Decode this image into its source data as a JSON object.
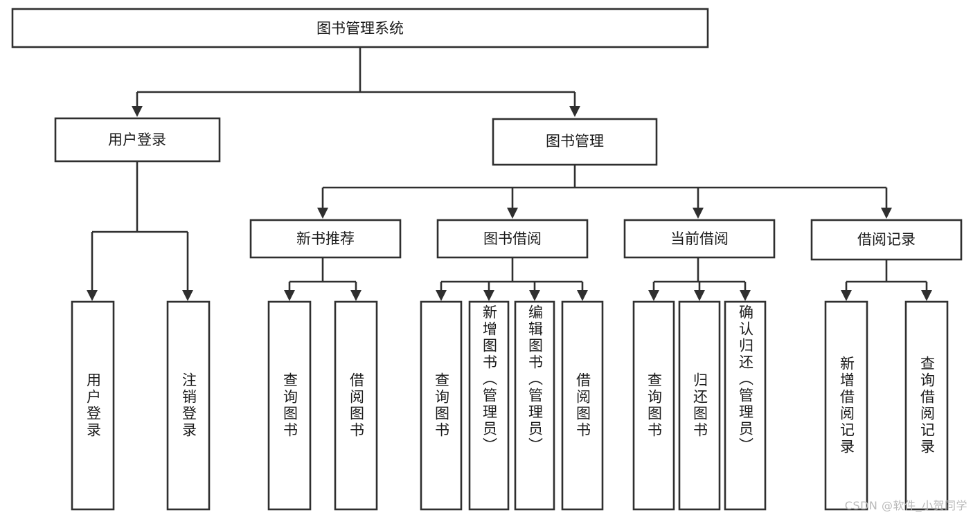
{
  "diagram": {
    "type": "tree-hierarchy",
    "title": "图书管理系统",
    "watermark": "CSDN @软件_小贺同学",
    "colors": {
      "stroke": "#2f2f2f",
      "fill": "#ffffff",
      "text": "#1b1b1b",
      "watermark": "#b9b9b9"
    },
    "levels": {
      "root": "图书管理系统",
      "level2": [
        "用户登录",
        "图书管理"
      ],
      "level3": [
        "新书推荐",
        "图书借阅",
        "当前借阅",
        "借阅记录"
      ],
      "leaves": [
        "用户登录",
        "注销登录",
        "查询图书",
        "借阅图书",
        "查询图书",
        "新增图书（管理员）",
        "编辑图书（管理员）",
        "借阅图书",
        "查询图书",
        "归还图书",
        "确认归还（管理员）",
        "新增借阅记录",
        "查询借阅记录"
      ]
    },
    "nodes": {
      "root": {
        "label": "图书管理系统"
      },
      "user_login": {
        "label": "用户登录"
      },
      "book_manage": {
        "label": "图书管理"
      },
      "new_book_rec": {
        "label": "新书推荐"
      },
      "book_borrow": {
        "label": "图书借阅"
      },
      "current_borrow": {
        "label": "当前借阅"
      },
      "borrow_record": {
        "label": "借阅记录"
      },
      "leaf_user_login": {
        "label": "用户登录"
      },
      "leaf_logout": {
        "label": "注销登录"
      },
      "leaf_query_book_a": {
        "label": "查询图书"
      },
      "leaf_borrow_book_a": {
        "label": "借阅图书"
      },
      "leaf_query_book_b": {
        "label": "查询图书"
      },
      "leaf_add_book_admin": {
        "label": "新增图书（管理员）"
      },
      "leaf_edit_book_admin": {
        "label": "编辑图书（管理员）"
      },
      "leaf_borrow_book_b": {
        "label": "借阅图书"
      },
      "leaf_query_book_c": {
        "label": "查询图书"
      },
      "leaf_return_book": {
        "label": "归还图书"
      },
      "leaf_confirm_return_admin": {
        "label": "确认归还（管理员）"
      },
      "leaf_add_borrow_record": {
        "label": "新增借阅记录"
      },
      "leaf_query_borrow_record": {
        "label": "查询借阅记录"
      }
    },
    "edges": [
      {
        "from": "图书管理系统",
        "to": "用户登录"
      },
      {
        "from": "图书管理系统",
        "to": "图书管理"
      },
      {
        "from": "用户登录",
        "to": "用户登录"
      },
      {
        "from": "用户登录",
        "to": "注销登录"
      },
      {
        "from": "图书管理",
        "to": "新书推荐"
      },
      {
        "from": "图书管理",
        "to": "图书借阅"
      },
      {
        "from": "图书管理",
        "to": "当前借阅"
      },
      {
        "from": "图书管理",
        "to": "借阅记录"
      },
      {
        "from": "新书推荐",
        "to": "查询图书"
      },
      {
        "from": "新书推荐",
        "to": "借阅图书"
      },
      {
        "from": "图书借阅",
        "to": "查询图书"
      },
      {
        "from": "图书借阅",
        "to": "新增图书（管理员）"
      },
      {
        "from": "图书借阅",
        "to": "编辑图书（管理员）"
      },
      {
        "from": "图书借阅",
        "to": "借阅图书"
      },
      {
        "from": "当前借阅",
        "to": "查询图书"
      },
      {
        "from": "当前借阅",
        "to": "归还图书"
      },
      {
        "from": "当前借阅",
        "to": "确认归还（管理员）"
      },
      {
        "from": "借阅记录",
        "to": "新增借阅记录"
      },
      {
        "from": "借阅记录",
        "to": "查询借阅记录"
      }
    ]
  }
}
